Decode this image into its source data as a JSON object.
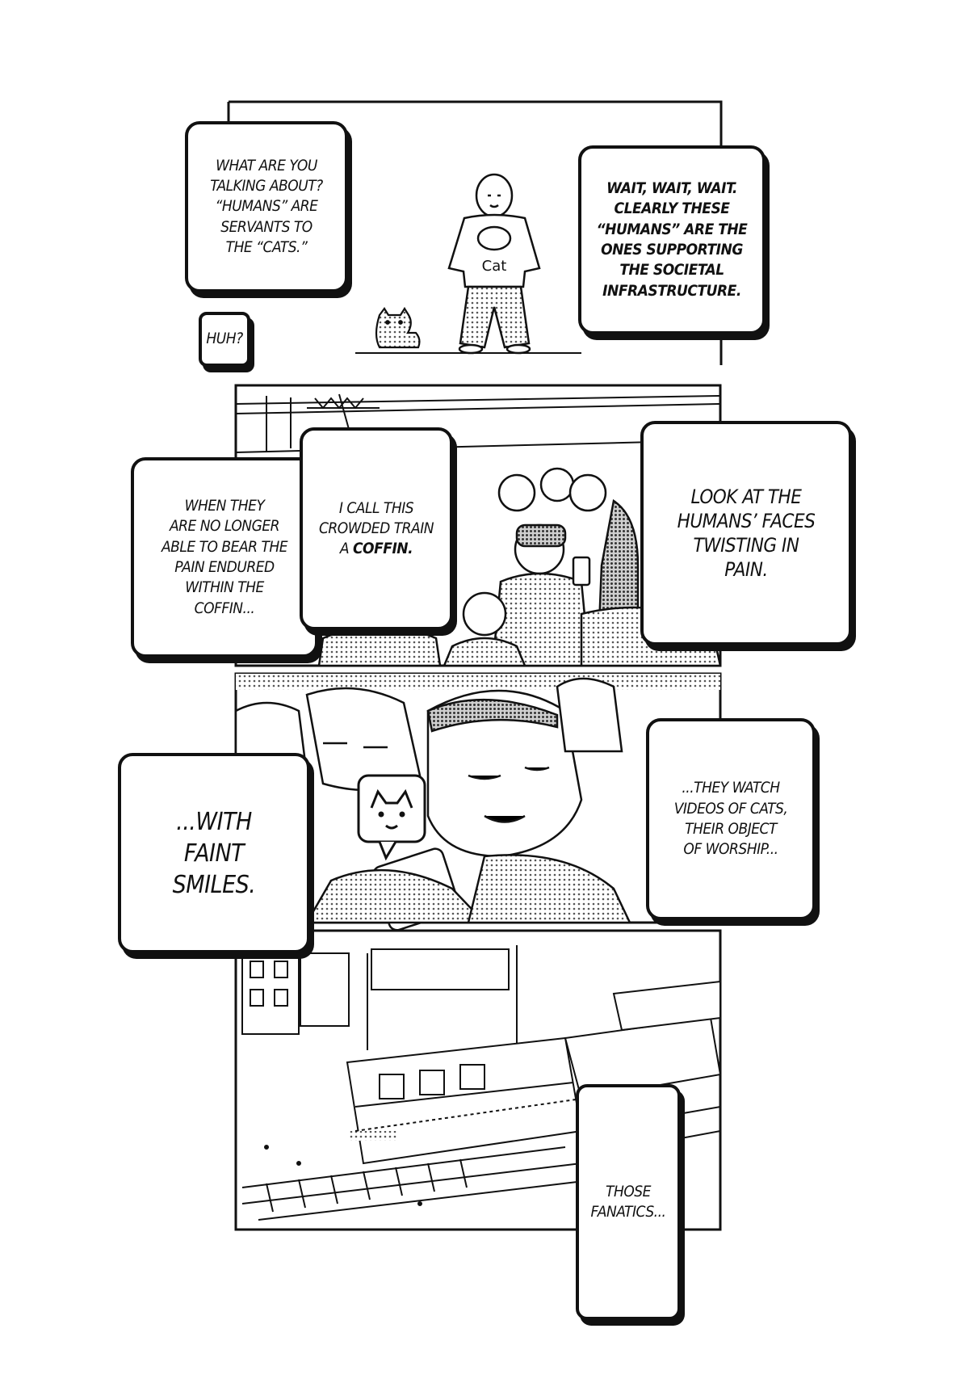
{
  "page": {
    "boxes": {
      "what_are_you": "WHAT ARE YOU\nTALKING ABOUT?\n“HUMANS” ARE\nSERVANTS TO\nTHE “CATS.”",
      "huh": "HUH?",
      "wait": "WAIT, WAIT, WAIT.\nCLEARLY THESE\n“HUMANS” ARE THE\nONES SUPPORTING\nTHE SOCIETAL\nINFRASTRUCTURE.",
      "when_they": "WHEN THEY\nARE NO LONGER\nABLE TO BEAR THE\nPAIN ENDURED\nWITHIN THE\nCOFFIN...",
      "i_call_this_1": "I CALL THIS\nCROWDED TRAIN\nA ",
      "i_call_this_em": "COFFIN.",
      "look_at": "LOOK AT THE\nHUMANS’ FACES\nTWISTING IN\nPAIN.",
      "with_faint": "...WITH\nFAINT\nSMILES.",
      "they_watch": "...THEY WATCH\nVIDEOS OF CATS,\nTHEIR OBJECT\nOF WORSHIP...",
      "those_fanatics": "THOSE\nFANATICS..."
    },
    "shirt_text": "Cat"
  }
}
